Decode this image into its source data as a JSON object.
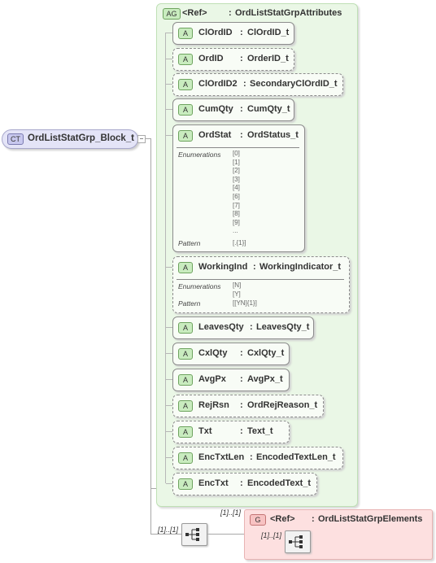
{
  "complex_type": {
    "badge": "CT",
    "name": "OrdListStatGrp_Block_t"
  },
  "attribute_group": {
    "badge": "AG",
    "ref": "<Ref>",
    "colon": ":",
    "name": "OrdListStatGrpAttributes"
  },
  "attributes": [
    {
      "badge": "A",
      "name": "ClOrdID",
      "colon": ":",
      "type": "ClOrdID_t"
    },
    {
      "badge": "A",
      "name": "OrdID",
      "colon": ":",
      "type": "OrderID_t"
    },
    {
      "badge": "A",
      "name": "ClOrdID2",
      "colon": ":",
      "type": "SecondaryClOrdID_t"
    },
    {
      "badge": "A",
      "name": "CumQty",
      "colon": ":",
      "type": "CumQty_t"
    },
    {
      "badge": "A",
      "name": "OrdStat",
      "colon": ":",
      "type": "OrdStatus_t",
      "enum_label": "Enumerations",
      "enumerations": "[0]\n[1]\n[2]\n[3]\n[4]\n[6]\n[7]\n[8]\n[9]\n...",
      "pattern_label": "Pattern",
      "pattern": "[.{1}]"
    },
    {
      "badge": "A",
      "name": "WorkingInd",
      "colon": ":",
      "type": "WorkingIndicator_t",
      "enum_label": "Enumerations",
      "enumerations": "[N]\n[Y]",
      "pattern_label": "Pattern",
      "pattern": "[[YN]{1}]"
    },
    {
      "badge": "A",
      "name": "LeavesQty",
      "colon": ":",
      "type": "LeavesQty_t"
    },
    {
      "badge": "A",
      "name": "CxlQty",
      "colon": ":",
      "type": "CxlQty_t"
    },
    {
      "badge": "A",
      "name": "AvgPx",
      "colon": ":",
      "type": "AvgPx_t"
    },
    {
      "badge": "A",
      "name": "RejRsn",
      "colon": ":",
      "type": "OrdRejReason_t"
    },
    {
      "badge": "A",
      "name": "Txt",
      "colon": ":",
      "type": "Text_t"
    },
    {
      "badge": "A",
      "name": "EncTxtLen",
      "colon": ":",
      "type": "EncodedTextLen_t"
    },
    {
      "badge": "A",
      "name": "EncTxt",
      "colon": ":",
      "type": "EncodedText_t"
    }
  ],
  "sequence": {
    "cardinality": "[1]..[1]"
  },
  "group": {
    "badge": "G",
    "ref": "<Ref>",
    "colon": ":",
    "name": "OrdListStatGrpElements",
    "cardinality": "[1]..[1]",
    "inner_cardinality": "[1]..[1]"
  }
}
